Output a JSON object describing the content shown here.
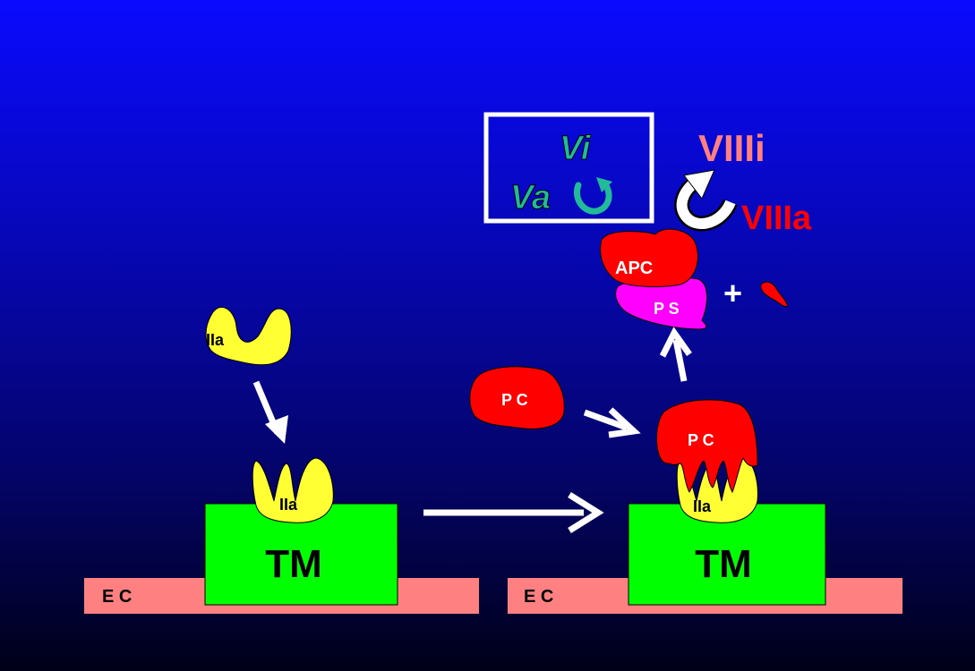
{
  "labels": {
    "ec_left": "E C",
    "ec_right": "E C",
    "tm_left": "TM",
    "tm_right": "TM",
    "iia_free": "IIa",
    "iia_bound_left": "IIa",
    "iia_bound_right": "IIa",
    "pc_free": "P C",
    "pc_bound": "P C",
    "apc": "APC",
    "ps": "P S",
    "plus": "+",
    "viiia": "VIIIa",
    "viiii": "VIIIi",
    "va": "Va",
    "vi": "Vi"
  },
  "colors": {
    "background_top": "#0a0aff",
    "background_bottom": "#000018",
    "endothelium": "#ff8080",
    "thrombomodulin": "#00ff00",
    "thrombin": "#ffff33",
    "protein_c": "#ff0000",
    "protein_s": "#ff00ff",
    "factor_viiia": "#ff0000",
    "factor_viiii": "#ff8080",
    "factor_va_vi": "#22bb99",
    "arrows": "#ffffff"
  }
}
